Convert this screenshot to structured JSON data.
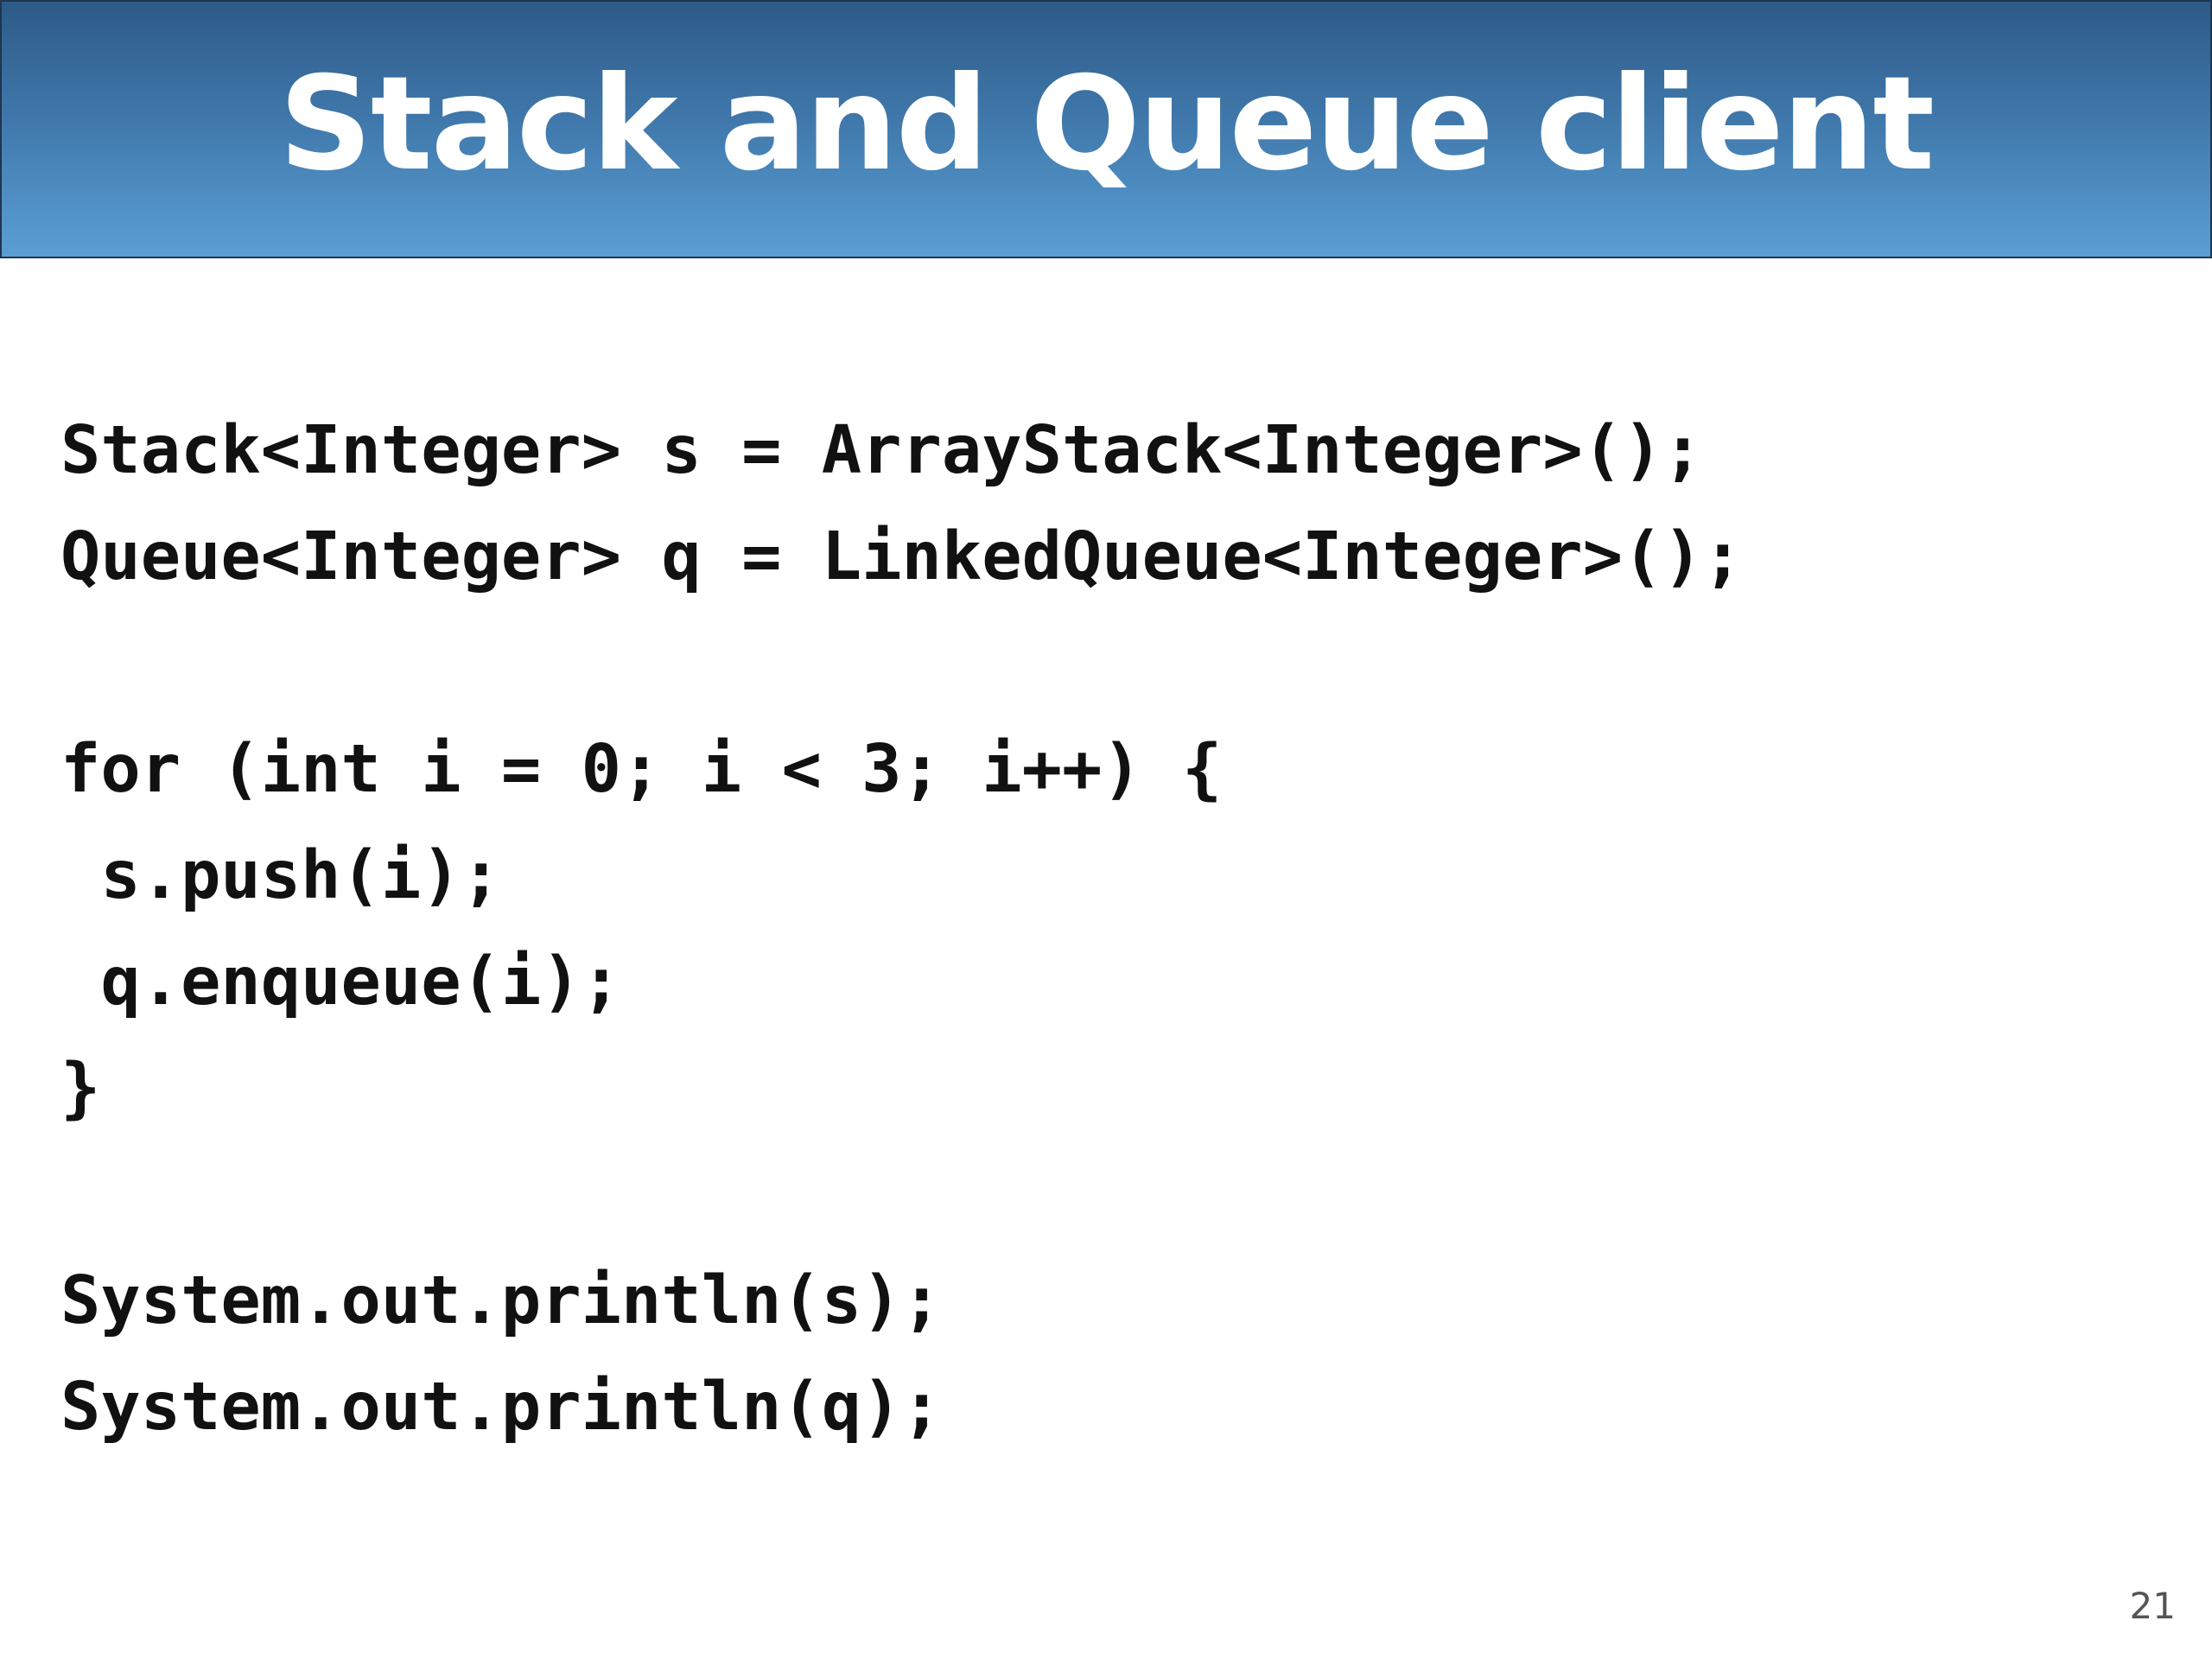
{
  "slide": {
    "title": "Stack and Queue client",
    "code_lines": [
      "Stack<Integer> s = ArrayStack<Integer>();",
      "Queue<Integer> q = LinkedQueue<Integer>();",
      "",
      "for (int i = 0; i < 3; i++) {",
      " s.push(i);",
      " q.enqueue(i);",
      "}",
      "",
      "System.out.println(s);",
      "System.out.println(q);"
    ],
    "page_number": "21"
  },
  "colors": {
    "title_bar_top": "#2d5a86",
    "title_bar_bottom": "#5a9fd4",
    "title_text": "#ffffff",
    "code_text": "#111111"
  }
}
